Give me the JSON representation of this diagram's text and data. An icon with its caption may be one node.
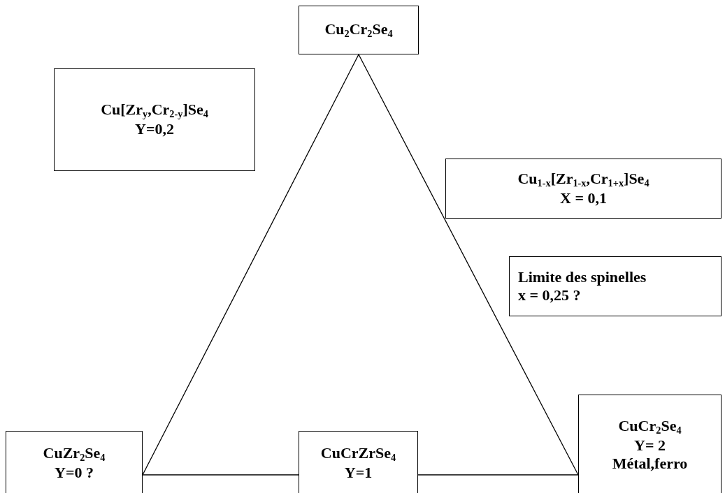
{
  "diagram": {
    "nodes": [
      {
        "text": [
          "Cu$_{2}$Cr$_{2}$Se$_{4}$"
        ]
      },
      {
        "text": [
          "Cu[Zr$_{y}$,Cr$_{2-y}$]Se$_{4}$",
          "Y=0,2"
        ]
      },
      {
        "text": [
          "Cu$_{1-x}$[Zr$_{1-x}$,Cr$_{1+x}$]Se$_{4}$",
          "X = 0,1"
        ]
      },
      {
        "text": [
          "Limite des spinelles",
          "x = 0,25 ?"
        ]
      },
      {
        "text": [
          "CuCr$_{2}$Se$_{4}$",
          "Y= 2",
          "Métal,ferro"
        ]
      },
      {
        "text": [
          "CuZr$_{2}$Se$_{4}$",
          "Y=0 ?"
        ]
      },
      {
        "text": [
          "CuCrZrSe$_{4}$",
          "Y=1"
        ]
      }
    ],
    "edges": [
      {
        "from": 0,
        "to": 5,
        "arrow": "none"
      },
      {
        "from": 0,
        "to": 4,
        "arrow": "none"
      },
      {
        "from": 5,
        "to": 6,
        "arrow": "none"
      },
      {
        "from": 6,
        "to": 4,
        "arrow": "none"
      }
    ]
  }
}
